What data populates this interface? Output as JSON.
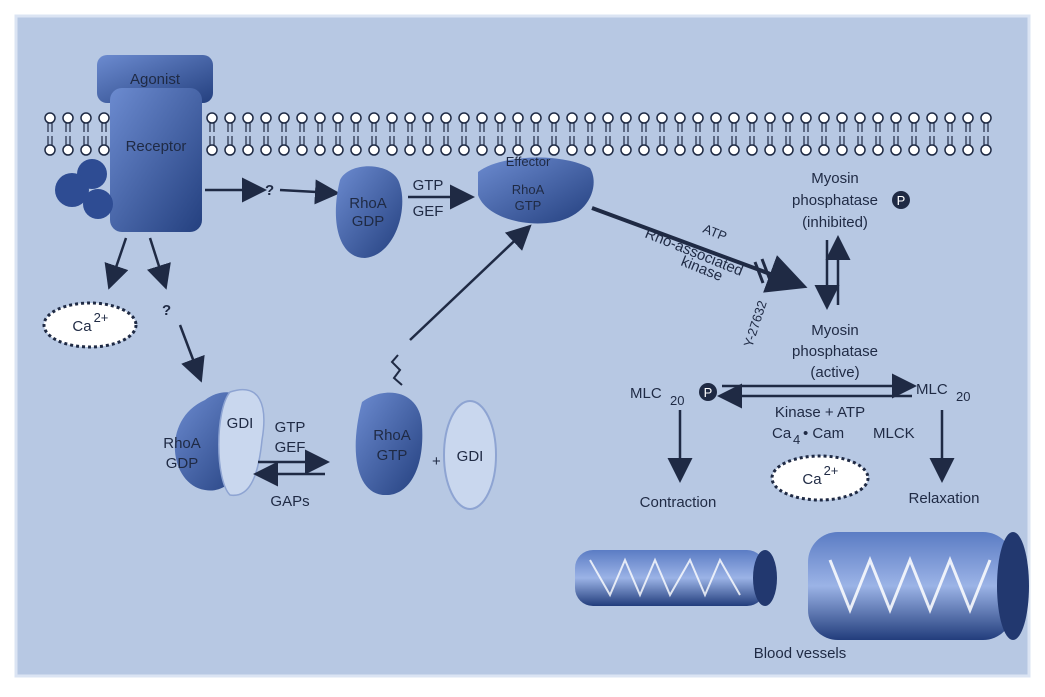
{
  "colors": {
    "background": "#b7c8e3",
    "protein_dark": "#2e4c93",
    "protein_mid": "#4c6cb8",
    "protein_light": "#c9d7ee",
    "text": "#1f2a44"
  },
  "labels": {
    "agonist": "Agonist",
    "receptor": "Receptor",
    "rhoa_gdp_top": "RhoA",
    "rhoa_gdp_bottom": "GDP",
    "gtp_gef_1_top": "GTP",
    "gtp_gef_1_bottom": "GEF",
    "effector": "Effector",
    "rhoa_gtp_top": "RhoA",
    "rhoa_gtp_bottom": "GTP",
    "atp": "ATP",
    "rho_kinase_1": "Rho-associated",
    "rho_kinase_2": "kinase",
    "y27632": "Y-27632",
    "myosin_inh_1": "Myosin",
    "myosin_inh_2": "phosphatase",
    "myosin_inh_3": "(inhibited)",
    "myosin_act_1": "Myosin",
    "myosin_act_2": "phosphatase",
    "myosin_act_3": "(active)",
    "phos_p": "P",
    "mlc_p": "MLC",
    "mlc_sub": "20",
    "mlc": "MLC",
    "kinase_atp": "Kinase + ATP",
    "ca_cam": "Ca",
    "ca_cam_sub": "4",
    "ca_cam_rest": "• Cam",
    "mlck": "MLCK",
    "ca_label": "Ca",
    "ca_sup": "2+",
    "question": "?",
    "gdi": "GDI",
    "gdi_rhoa_top": "RhoA",
    "gdi_rhoa_bottom": "GDP",
    "gtp_gef_2_top": "GTP",
    "gtp_gef_2_bottom": "GEF",
    "gaps": "GAPs",
    "rhoa_gtp2_top": "RhoA",
    "rhoa_gtp2_bottom": "GTP",
    "plus": "+",
    "gdi_free": "GDI",
    "contraction": "Contraction",
    "relaxation": "Relaxation",
    "blood_vessels": "Blood vessels"
  }
}
